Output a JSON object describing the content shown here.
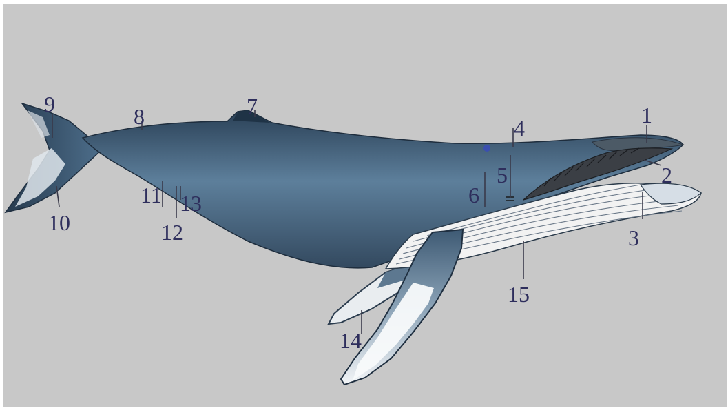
{
  "labels": {
    "n1": "1",
    "n2": "2",
    "n3": "3",
    "n4": "4",
    "n5": "5",
    "n6": "6",
    "n7": "7",
    "n8": "8",
    "n9": "9",
    "n10": "10",
    "n11": "11",
    "n12": "12",
    "n13": "13",
    "n14": "14",
    "n15": "15"
  },
  "colors": {
    "background": "#c8c8c8",
    "label_text": "#2e2e5c",
    "whale_dark": "#263a50",
    "whale_mid": "#5a7c98",
    "throat_grooves": "#f2f2f2",
    "flipper_white": "#f4f6f8"
  }
}
